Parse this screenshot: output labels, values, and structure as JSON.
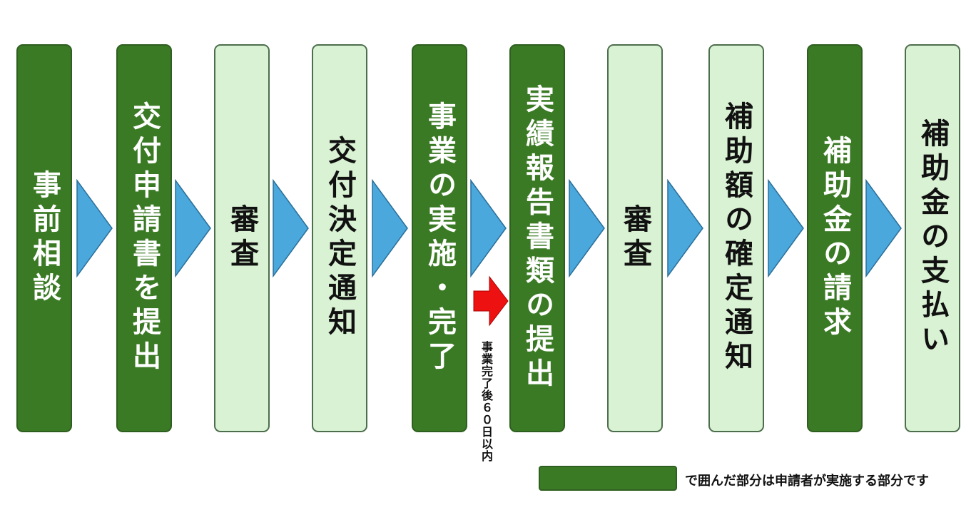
{
  "colors": {
    "applicant_fill": "#3a7a24",
    "office_fill": "#d9f2d3",
    "arrow_fill": "#4aa8dc",
    "red_arrow_fill": "#ee1111"
  },
  "steps": [
    {
      "label": "事前相談",
      "kind": "applicant"
    },
    {
      "label": "交付申請書を提出",
      "kind": "applicant"
    },
    {
      "label": "審査",
      "kind": "office"
    },
    {
      "label": "交付決定通知",
      "kind": "office"
    },
    {
      "label": "事業の実施・完了",
      "kind": "applicant"
    },
    {
      "label": "実績報告書類の提出",
      "kind": "applicant"
    },
    {
      "label": "審査",
      "kind": "office"
    },
    {
      "label": "補助額の確定通知",
      "kind": "office"
    },
    {
      "label": "補助金の請求",
      "kind": "applicant"
    },
    {
      "label": "補助金の支払い",
      "kind": "office"
    }
  ],
  "deadline_note": "事業完了後６０日以内",
  "legend": {
    "text": "で囲んだ部分は申請者が実施する部分です"
  }
}
